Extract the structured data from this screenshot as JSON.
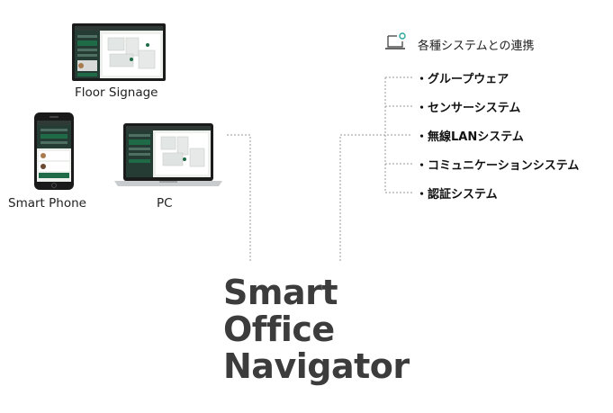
{
  "devices": {
    "floor_signage": "Floor Signage",
    "smart_phone": "Smart Phone",
    "pc": "PC"
  },
  "brand": {
    "line1": "Smart",
    "line2": "Office",
    "line3": "Navigator"
  },
  "integrations": {
    "heading": "各種システムとの連携",
    "items": [
      "・グループウェア",
      "・センサーシステム",
      "・無線LANシステム",
      "・コミュニケーションシステム",
      "・認証システム"
    ]
  },
  "colors": {
    "accent_green": "#1f6b47",
    "icon_teal": "#2aa59a",
    "brand_text": "#3c3c3c",
    "dashed_line": "#9a9a9a"
  }
}
